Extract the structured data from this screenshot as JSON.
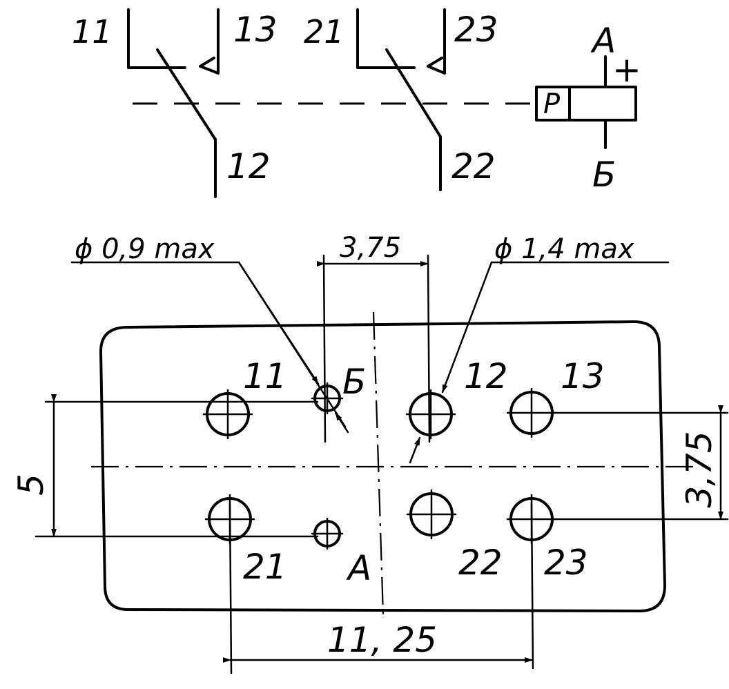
{
  "schematic": {
    "contact1": {
      "common": "11",
      "normally_closed": "12",
      "normally_open": "13"
    },
    "contact2": {
      "common": "21",
      "normally_closed": "22",
      "normally_open": "23"
    },
    "coil": {
      "label": "P",
      "terminal_top": "A",
      "terminal_bottom": "Б",
      "polarity": "+"
    }
  },
  "footprint": {
    "pins": {
      "p11": "11",
      "p12": "12",
      "p13": "13",
      "p21": "21",
      "p22": "22",
      "p23": "23",
      "coil_b": "Б",
      "coil_a": "A"
    },
    "dimensions": {
      "small_hole": "ϕ 0,9 max",
      "large_hole": "ϕ 1,4 max",
      "top_pitch": "3,75",
      "right_pitch": "3,75",
      "left_height": "5",
      "bottom_width": "11, 25"
    }
  }
}
